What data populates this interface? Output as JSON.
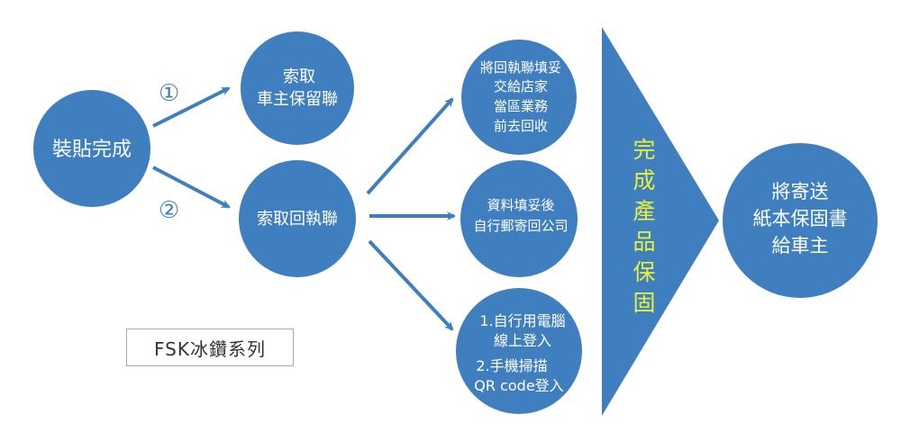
{
  "colors": {
    "node": "#3f7fbf",
    "arrow": "#3f7fbf",
    "highlight_text": "#e8f03a"
  },
  "nodes": {
    "start": [
      "裝貼完成"
    ],
    "keep_copy": [
      "索取",
      "車主保留聯"
    ],
    "receipt_copy": [
      "索取回執聯"
    ],
    "store": [
      "將回執聯填妥",
      "交給店家",
      "當區業務",
      "前去回收"
    ],
    "mail": [
      "資料填妥後",
      "自行郵寄回公司"
    ],
    "online": [
      "1.自行用電腦",
      "線上登入",
      "2.手機掃描",
      "QR code登入"
    ],
    "final": [
      "將寄送",
      "紙本保固書",
      "給車主"
    ]
  },
  "step_labels": [
    "①",
    "②"
  ],
  "chevron_text": [
    "完",
    "成",
    "產",
    "品",
    "保",
    "固"
  ],
  "series_label": "FSK冰鑽系列"
}
